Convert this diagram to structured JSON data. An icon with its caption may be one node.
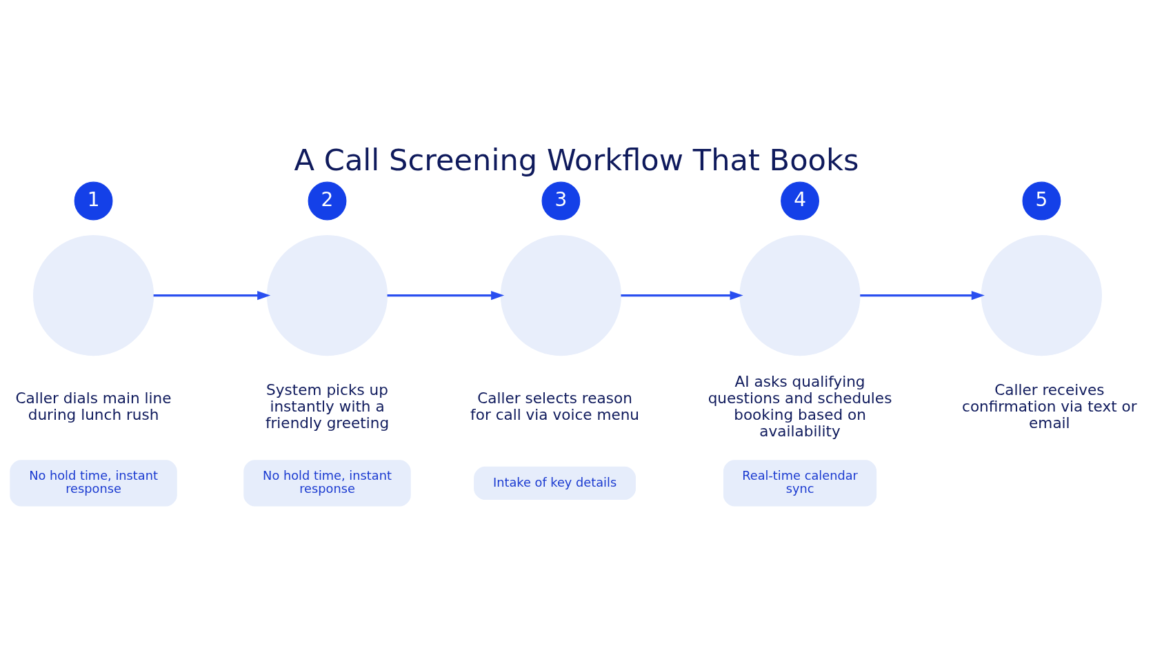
{
  "diagram": {
    "title": "A Call Screening Workflow That Books",
    "nodes": [
      {
        "text": [
          "1"
        ]
      },
      {
        "text": [],
        "shape": "circle",
        "beside": [
          "Caller dials main line during lunch rush"
        ]
      },
      {
        "text": [
          "No hold time, instant response"
        ]
      },
      {
        "text": [
          "2"
        ]
      },
      {
        "text": [],
        "shape": "circle",
        "beside": [
          "System picks up instantly with a friendly greeting"
        ]
      },
      {
        "text": [
          "No hold time, instant response"
        ]
      },
      {
        "text": [
          "3"
        ]
      },
      {
        "text": [],
        "shape": "circle",
        "beside": [
          "Caller selects reason for call via voice menu"
        ]
      },
      {
        "text": [
          "Intake of key details"
        ]
      },
      {
        "text": [
          "4"
        ]
      },
      {
        "text": [],
        "shape": "circle",
        "beside": [
          "AI asks qualifying questions and schedules booking based on availability"
        ]
      },
      {
        "text": [
          "Real-time calendar sync"
        ]
      },
      {
        "text": [
          "5"
        ]
      },
      {
        "text": [],
        "shape": "circle",
        "beside": [
          "Caller receives confirmation via text or email"
        ]
      }
    ],
    "edges": [
      {
        "from": 1,
        "to": 4,
        "arrow": "to"
      },
      {
        "from": 4,
        "to": 7,
        "arrow": "to"
      },
      {
        "from": 7,
        "to": 10,
        "arrow": "to"
      },
      {
        "from": 10,
        "to": 13,
        "arrow": "to"
      }
    ]
  }
}
